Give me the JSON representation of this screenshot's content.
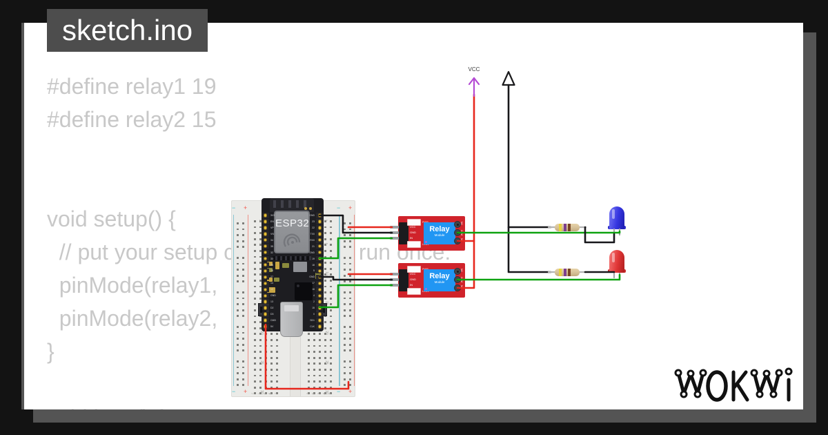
{
  "window": {
    "title": "sketch.ino"
  },
  "code": {
    "lines": [
      "#define relay1 19",
      "#define relay2 15",
      "",
      "",
      "void setup() {",
      "  // put your setup code here, to run once:",
      "  pinMode(relay1,",
      "  pinMode(relay2,",
      "}",
      "",
      "void loop() {"
    ]
  },
  "circuit": {
    "vcc_symbol": {
      "label": "VCC"
    },
    "esp32": {
      "label": "ESP32",
      "left_pins": [
        "3V3",
        "EN",
        "VP",
        "VN",
        "34",
        "35",
        "32",
        "33",
        "25",
        "26",
        "27",
        "14",
        "12",
        "GND",
        "13",
        "D2",
        "D3",
        "CMD",
        "5V"
      ],
      "right_pins": [
        "GND",
        "23",
        "22",
        "TX0",
        "RX0",
        "21",
        "GND",
        "19",
        "18",
        "5",
        "GND",
        "17",
        "16",
        "4",
        "2",
        "15",
        "0",
        "SD1",
        "CLK"
      ]
    },
    "breadboard": {
      "row_labels": [
        "1",
        "5",
        "10",
        "15",
        "20",
        "25",
        "30"
      ],
      "left_letters": [
        "j",
        "i",
        "h",
        "g",
        "f"
      ],
      "right_letters": [
        "e",
        "d",
        "c",
        "b",
        "a"
      ],
      "minus": "−",
      "plus": "+"
    },
    "relays": [
      {
        "pwr": "PWR",
        "led": "LED1",
        "title": "Relay",
        "subtitle": "Module",
        "pins": [
          "VCC",
          "GND",
          "IN"
        ],
        "terminals": [
          "NC",
          "COM",
          "NO"
        ]
      },
      {
        "pwr": "PWR",
        "led": "LED1",
        "title": "Relay",
        "subtitle": "Module",
        "pins": [
          "VCC",
          "GND",
          "IN"
        ],
        "terminals": [
          "NC",
          "COM",
          "NO"
        ]
      }
    ],
    "leds": [
      {
        "name": "blue-led"
      },
      {
        "name": "red-led"
      }
    ],
    "resistors": [
      {
        "bands": [
          "yellow",
          "violet",
          "brown"
        ]
      },
      {
        "bands": [
          "yellow",
          "violet",
          "brown"
        ]
      }
    ]
  },
  "logo": {
    "text": "WOKWI"
  },
  "colors": {
    "frame": "#131313",
    "shadow": "#545454",
    "title_bg": "#4d4d4d",
    "code_text": "#c8c8c8",
    "breadboard": "#ebebe8",
    "esp_board": "#1d1d21",
    "pin_gold": "#e7c338",
    "wire_red": "#e7271d",
    "wire_green": "#0da210",
    "wire_black": "#17171a",
    "vcc_purple": "#b44bd4",
    "relay_board": "#d0232b",
    "relay_blue": "#2196f3",
    "led_blue": "#3636e0",
    "led_red": "#e03636",
    "resistor_body": "#d9c49c",
    "band_yellow": "#e8d23f",
    "band_violet": "#7d3f8f",
    "band_brown": "#7a4526"
  }
}
